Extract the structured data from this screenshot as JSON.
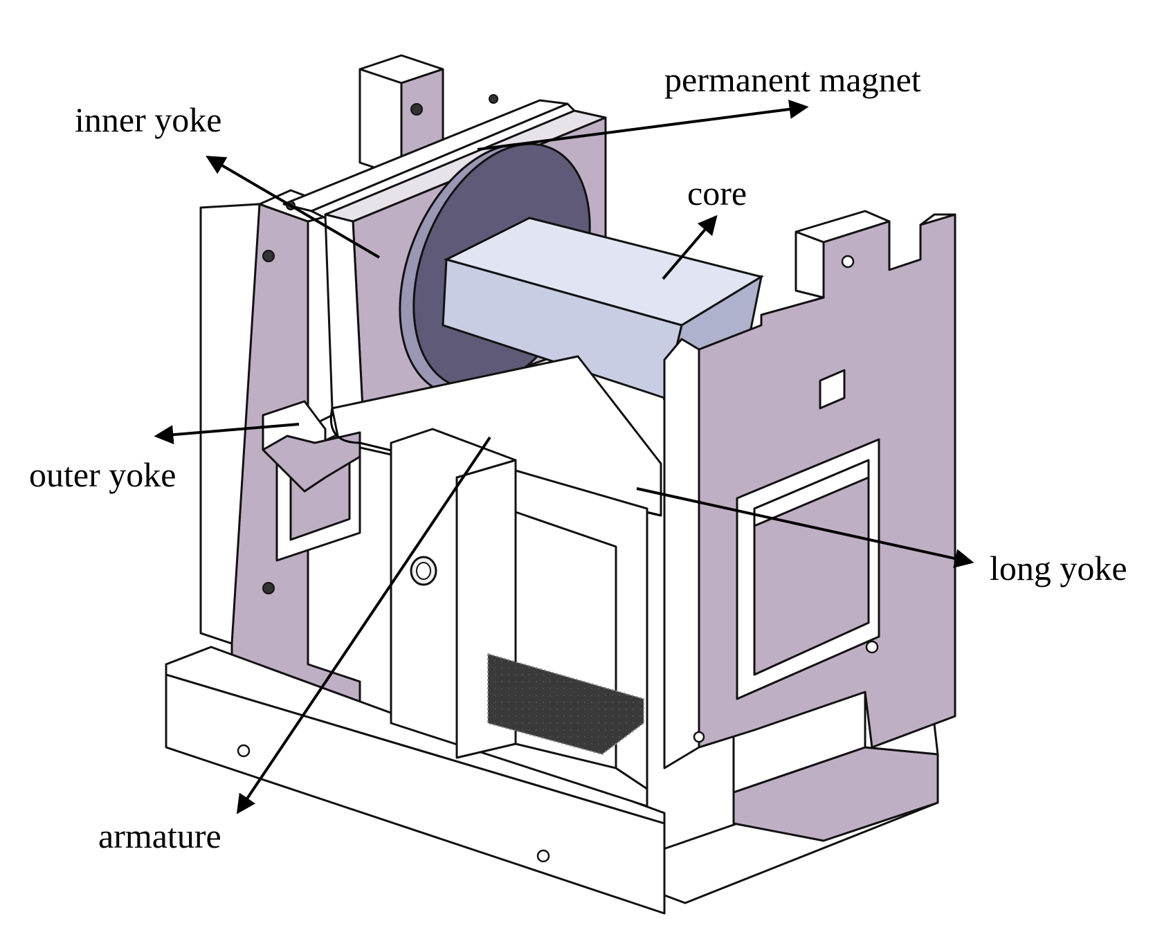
{
  "labels": {
    "inner_yoke": "inner yoke",
    "permanent_magnet": "permanent magnet",
    "core": "core",
    "outer_yoke": "outer yoke",
    "long_yoke": "long yoke",
    "armature": "armature"
  },
  "colors": {
    "frame": "#bfafc4",
    "magnet": "#5f5a78",
    "core": "#c9cde3",
    "coil": "#3a3a3a",
    "background": "#ffffff"
  }
}
